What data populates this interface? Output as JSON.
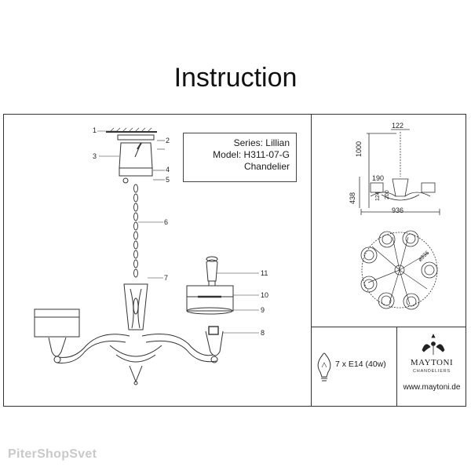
{
  "title": "Instruction",
  "info": {
    "series": "Series: Lillian",
    "model": "Model: H311-07-G",
    "type": "Chandelier"
  },
  "callouts": [
    "1",
    "2",
    "3",
    "4",
    "5",
    "6",
    "7",
    "8",
    "9",
    "10",
    "11"
  ],
  "dimensions": {
    "canopy": "122",
    "height": "1000",
    "body_height": "438",
    "shade_width": "190",
    "shade_height": "124",
    "center_height": "200",
    "total_width": "936",
    "diameter": "ø936"
  },
  "lamp_spec": "7 x E14 (40w)",
  "brand": {
    "name": "MAYTONI",
    "subtitle": "CHANDELIERS",
    "url": "www.maytoni.de"
  },
  "watermark": "PiterShopSvet"
}
